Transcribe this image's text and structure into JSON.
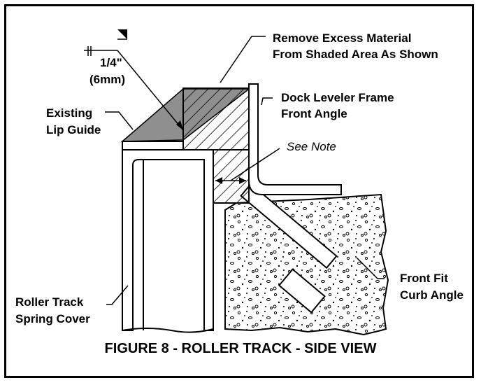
{
  "diagram": {
    "title": "FIGURE 8 - ROLLER TRACK - SIDE VIEW",
    "labels": {
      "remove_line1": "Remove Excess Material",
      "remove_line2": "From Shaded Area As Shown",
      "dim_line1": "1/4\"",
      "dim_line2": "(6mm)",
      "frame_line1": "Dock Leveler Frame",
      "frame_line2": "Front Angle",
      "lip_line1": "Existing",
      "lip_line2": "Lip Guide",
      "see_note": "See Note",
      "roller_line1": "Roller Track",
      "roller_line2": "Spring Cover",
      "curb_line1": "Front Fit",
      "curb_line2": "Curb Angle"
    }
  }
}
